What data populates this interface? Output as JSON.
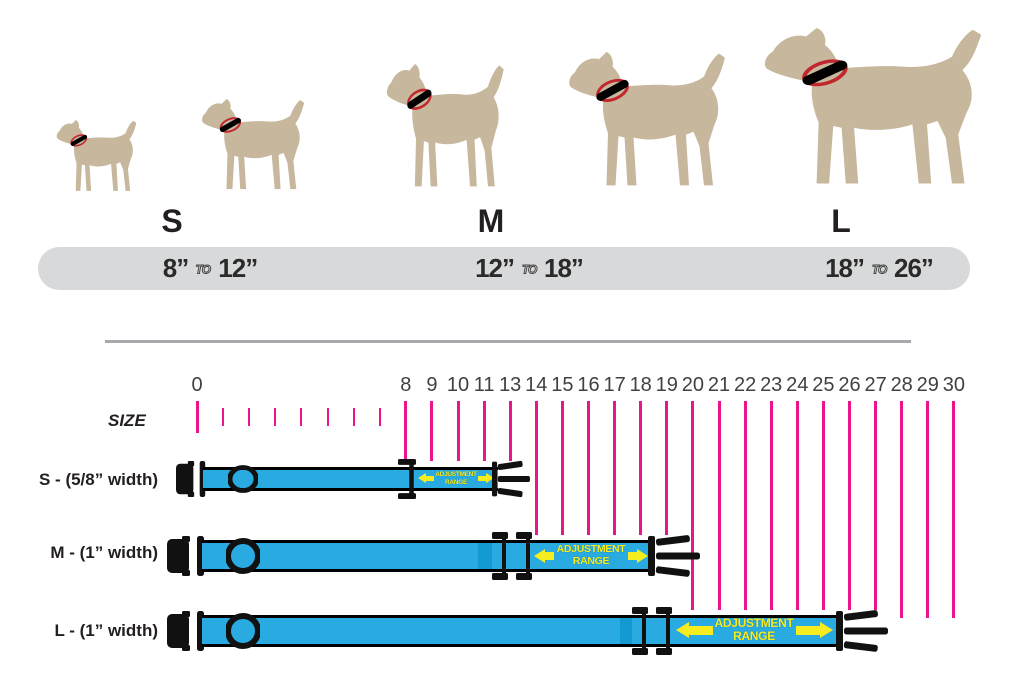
{
  "palette": {
    "dog_tan": "#c6b79d",
    "collar_red": "#c1272d",
    "tick_magenta": "#ec148c",
    "strap_blue": "#29abe2",
    "accent_yellow": "#f7ec1e",
    "bar_gray": "#d8d9da",
    "ink": "#231f20"
  },
  "size_guide": {
    "letters": [
      "S",
      "M",
      "L"
    ],
    "to_word": "TO",
    "ranges": [
      {
        "from": "8”",
        "to": "12”"
      },
      {
        "from": "12”",
        "to": "18”"
      },
      {
        "from": "18”",
        "to": "26”"
      }
    ]
  },
  "chart": {
    "axis_label": "SIZE",
    "ruler": {
      "zero_label": "0",
      "labels": [
        "8",
        "9",
        "10",
        "11",
        "13",
        "14",
        "15",
        "16",
        "17",
        "18",
        "19",
        "20",
        "21",
        "22",
        "23",
        "24",
        "25",
        "26",
        "27",
        "28",
        "29",
        "30"
      ]
    },
    "rows": [
      {
        "id": "S",
        "label": "S - (5/8” width)",
        "adjustment": "ADJUSTMENT RANGE"
      },
      {
        "id": "M",
        "label": "M - (1” width)",
        "adjustment": "ADJUSTMENT RANGE"
      },
      {
        "id": "L",
        "label": "L - (1” width)",
        "adjustment": "ADJUSTMENT RANGE"
      }
    ]
  }
}
